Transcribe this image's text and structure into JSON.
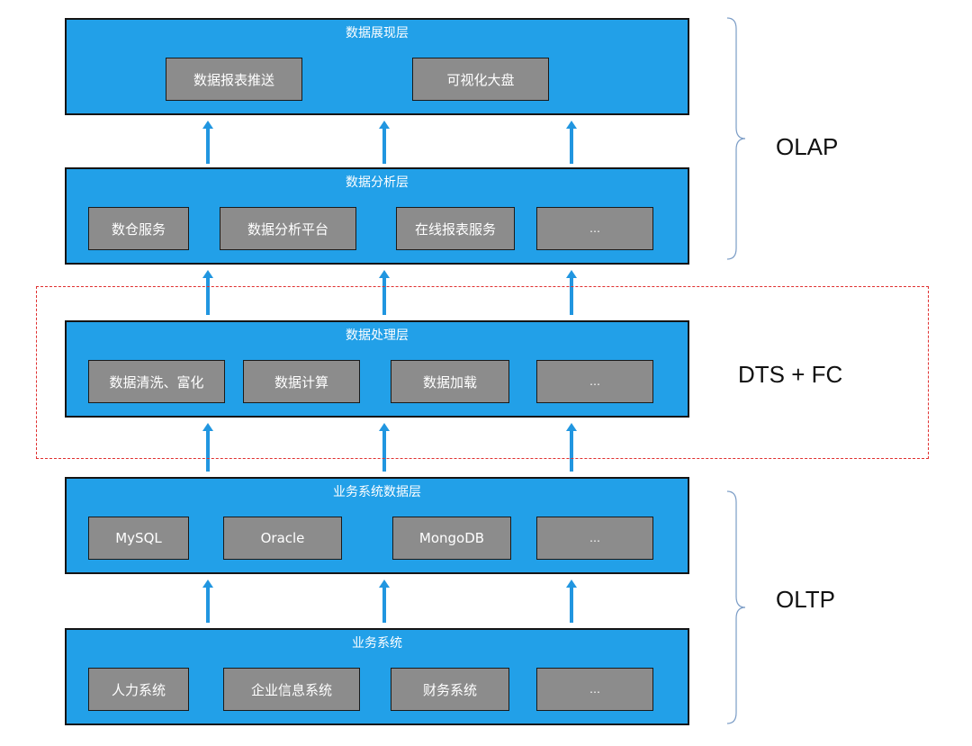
{
  "layers": [
    {
      "title": "数据展现层",
      "items": [
        "数据报表推送",
        "可视化大盘"
      ]
    },
    {
      "title": "数据分析层",
      "items": [
        "数仓服务",
        "数据分析平台",
        "在线报表服务",
        "…"
      ]
    },
    {
      "title": "数据处理层",
      "items": [
        "数据清洗、富化",
        "数据计算",
        "数据加载",
        "…"
      ]
    },
    {
      "title": "业务系统数据层",
      "items": [
        "MySQL",
        "Oracle",
        "MongoDB",
        "…"
      ]
    },
    {
      "title": "业务系统",
      "items": [
        "人力系统",
        "企业信息系统",
        "财务系统",
        "…"
      ]
    }
  ],
  "side_labels": {
    "olap": "OLAP",
    "dts_fc": "DTS + FC",
    "oltp": "OLTP"
  },
  "colors": {
    "layer_fill": "#22a0e8",
    "item_fill": "#8c8c8c",
    "arrow": "#2196e0",
    "dashed": "#e03030"
  }
}
